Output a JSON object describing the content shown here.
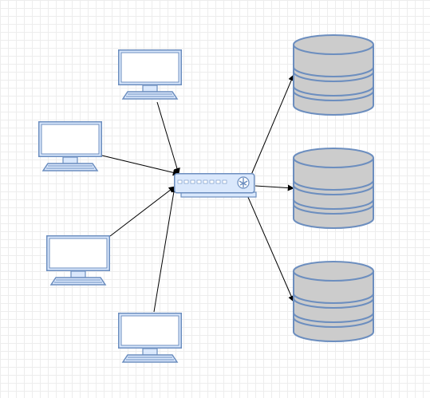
{
  "diagram": {
    "type": "network-topology",
    "palette": {
      "stroke": "#6c8ebf",
      "device_fill": "#dae8fc",
      "screen_fill": "#ffffff",
      "database_fill": "#cccccc",
      "connector": "#000000"
    },
    "nodes": [
      {
        "id": "pc-1",
        "icon": "desktop-computer-icon"
      },
      {
        "id": "pc-2",
        "icon": "desktop-computer-icon"
      },
      {
        "id": "pc-3",
        "icon": "desktop-computer-icon"
      },
      {
        "id": "pc-4",
        "icon": "desktop-computer-icon"
      },
      {
        "id": "switch",
        "icon": "network-switch-icon"
      },
      {
        "id": "db-1",
        "icon": "database-icon"
      },
      {
        "id": "db-2",
        "icon": "database-icon"
      },
      {
        "id": "db-3",
        "icon": "database-icon"
      }
    ],
    "edges": [
      {
        "from": "pc-1",
        "to": "switch",
        "arrow": "end"
      },
      {
        "from": "pc-2",
        "to": "switch",
        "arrow": "end"
      },
      {
        "from": "pc-3",
        "to": "switch",
        "arrow": "end"
      },
      {
        "from": "pc-4",
        "to": "switch",
        "arrow": "end"
      },
      {
        "from": "switch",
        "to": "db-1",
        "arrow": "end"
      },
      {
        "from": "switch",
        "to": "db-2",
        "arrow": "end"
      },
      {
        "from": "switch",
        "to": "db-3",
        "arrow": "end"
      }
    ]
  }
}
